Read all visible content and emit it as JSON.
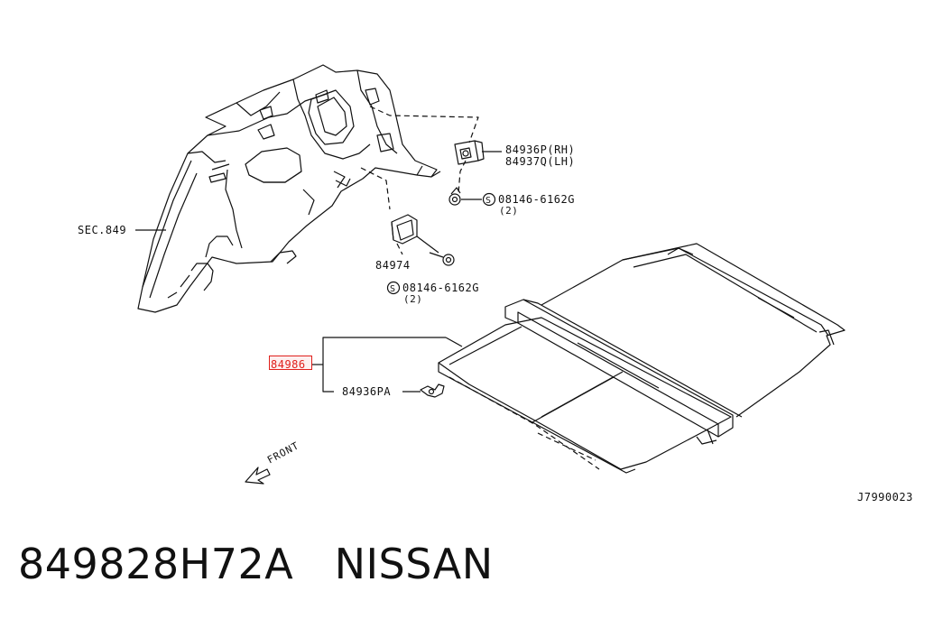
{
  "labels": {
    "sec": "SEC.849",
    "part_84936p_rh": "84936P(RH)",
    "part_84937q_lh": "84937Q(LH)",
    "bolt_top": "08146-6162G",
    "bolt_top_qty": "(2)",
    "bolt_mid": "08146-6162G",
    "bolt_mid_qty": "(2)",
    "part_84974": "84974",
    "part_highlight": "84986",
    "part_84936pa": "84936PA",
    "front": "FRONT",
    "diagram_code": "J7990023",
    "screw_symbol": "S"
  },
  "caption": {
    "part_number": "849828H72A",
    "brand": "NISSAN"
  },
  "colors": {
    "line": "#111111",
    "highlight": "#e0201c",
    "background": "#ffffff"
  }
}
